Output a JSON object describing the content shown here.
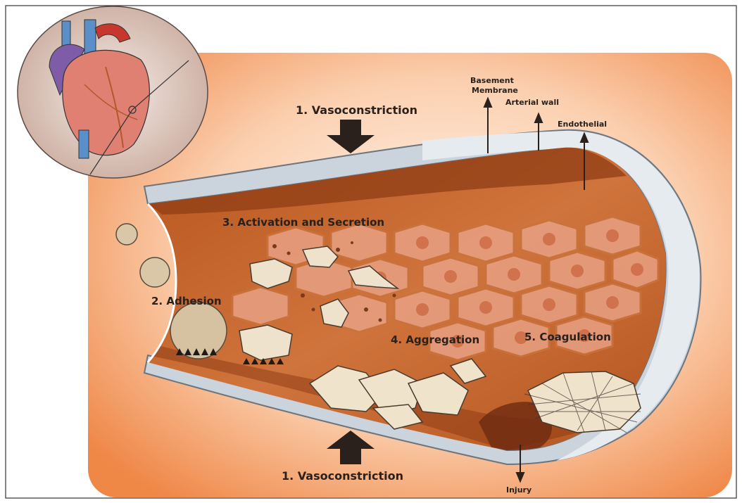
{
  "labels": {
    "vasoconstriction_top": "1. Vasoconstriction",
    "vasoconstriction_bottom": "1. Vasoconstriction",
    "adhesion": "2. Adhesion",
    "activation": "3. Activation and Secretion",
    "aggregation": "4. Aggregation",
    "coagulation": "5. Coagulation",
    "basement_line1": "Basement",
    "basement_line2": "Membrane",
    "arterial_wall": "Arterial wall",
    "endothelial": "Endothelial",
    "injury": "Injury"
  },
  "colors": {
    "panel_outer": "#f08a4b",
    "panel_inner": "#fde3cf",
    "vessel_wall": "#c9d3dc",
    "vessel_wall_dark": "#8f9aa6",
    "lumen": "#c8652e",
    "lumen_dark": "#9a4418",
    "cell": "#e79a78",
    "platelet": "#e9dcc3",
    "arrow": "#2a211c"
  }
}
